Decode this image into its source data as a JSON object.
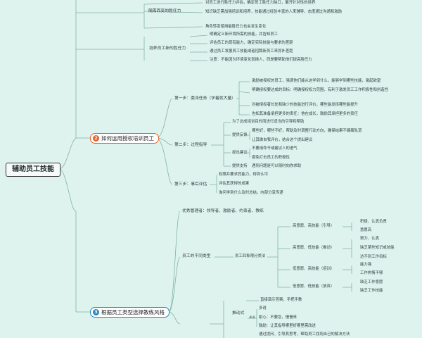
{
  "root": "辅助员工技能",
  "top": {
    "group1_label": "随需而变的胜任力",
    "group1_items": [
      "对员工进行胜任力评估，确定员工胜任力缺口，展开针对性的培养",
      "知识缺乏需加强培训和培养，技能通过经验丰富的人来辅导，态度通过沟通和激励",
      "角色转变使用能胜任力也会发生变化"
    ],
    "group2_label": "培养员工新的胜任力",
    "group2_items": [
      "明确定义新环境所需的技能，并告知员工",
      "评估员工的现有能力，确定实际技能与要求的差距",
      "通过员工发展员工技能或者招聘新员工来弥补差距",
      "注意：不能因为环境变化就换人，而是要帮助他们提高胜任力"
    ]
  },
  "b2": {
    "num": "2",
    "label": "如何运用授权培训员工",
    "step1": {
      "label": "第一步：委派任务（学着就大量）",
      "items": [
        "激励被授权的员工，强调他们能从这学到什么，能够学到哪些技能，激起欲望",
        "明确授权要达成的目标：明确授权权力范围，有利于激发员工工作积极性和创造性",
        "对被授权者长处和缺少的技能进行评价，哪些能发挥哪些能提升",
        "告知其准备承担更多的责任：他在成长，鼓励其承担更多的责任"
      ]
    },
    "step2": {
      "label": "第二步：过程指导",
      "items": [
        "为了达成培训目的而进行适当的引导和帮助"
      ],
      "fb_label": "提供反馈",
      "fb_items": [
        "哪些好，哪些不好，帮助及时调整行动方向，确保结果不偏离轨道",
        "让其做自我评价，结合这个提出建议"
      ],
      "sug_label": "提出建议",
      "sug_items": [
        "不要用命令或建议人的语气",
        "避免打击员工的积极性"
      ],
      "sup_label": "提供支持",
      "sup_items": [
        "遇到问题是可以随时向你求助"
      ]
    },
    "step3": {
      "label": "第三步：事后评估",
      "items": [
        "权限并要求其能力，得到认可",
        "评估其获得的成果",
        "询问学到什么及时总结，内部分享传递"
      ]
    }
  },
  "b3": {
    "num": "3",
    "label": "根据员工类型选择教练风格",
    "types_item": "优秀管理者：领导者、激励者、约束者、教练",
    "diff_label": "员工的不同类型",
    "quad_label": "员工四象限分类法",
    "q1": {
      "label": "高意愿、高技能（引导）",
      "items": [
        "积极、认真负责",
        "意愿高"
      ]
    },
    "q2": {
      "label": "高意愿、低技能（推动）",
      "items": [
        "努力、认真",
        "缺乏某些知识或技能",
        "达不到工作目标"
      ]
    },
    "q3": {
      "label": "低意愿、高技能（培训）",
      "items": [
        "能力强",
        "工作热情不够"
      ]
    },
    "q4": {
      "label": "低意愿、低技能（放弃）",
      "items": [
        "缺乏工作意愿",
        "缺乏工作技能"
      ]
    },
    "push_label": "推动式",
    "push_items": [
      "直接演示答案，手把手教"
    ],
    "push_sub_label": "※※",
    "push_sub_items": [
      "多说",
      "耐心：不要急，慢慢来",
      "鼓励：让其指导哪里好哪里需改进"
    ],
    "bottom_item": "通过提问、引导其思考，帮助员工找到自己的解决方法"
  },
  "colors": {
    "background": "#dff3ee",
    "branch2": "#e2622a",
    "branch3": "#2b87b8"
  }
}
